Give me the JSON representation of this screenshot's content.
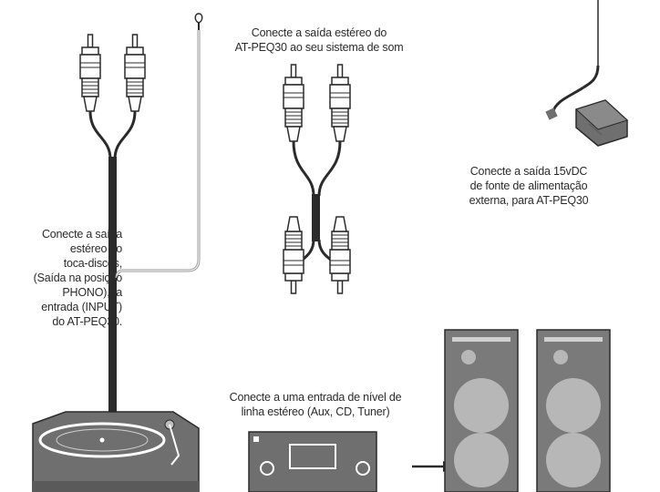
{
  "captions": {
    "stereo_output": "Conecte a saída estéreo do\nAT-PEQ30 ao seu sistema de som",
    "power_supply": "Conecte a saída 15vDC\nde fonte de alimentação\nexterna, para AT-PEQ30",
    "turntable": "Conecte a saída\nestéreo do\ntoca-discos,\n(Saída na posição\nPHONO),na\nentrada (INPUT)\ndo AT-PEQ30.",
    "line_input": "Conecte a uma entrada de nível de\nlinha estéreo (Aux, CD, Tuner)"
  },
  "colors": {
    "outline": "#2b2b2b",
    "fill_gray": "#6f6f6f",
    "fill_light": "#bdbdbd",
    "speaker_body": "#7a7a7a",
    "speaker_cone": "#b7b7b7"
  }
}
